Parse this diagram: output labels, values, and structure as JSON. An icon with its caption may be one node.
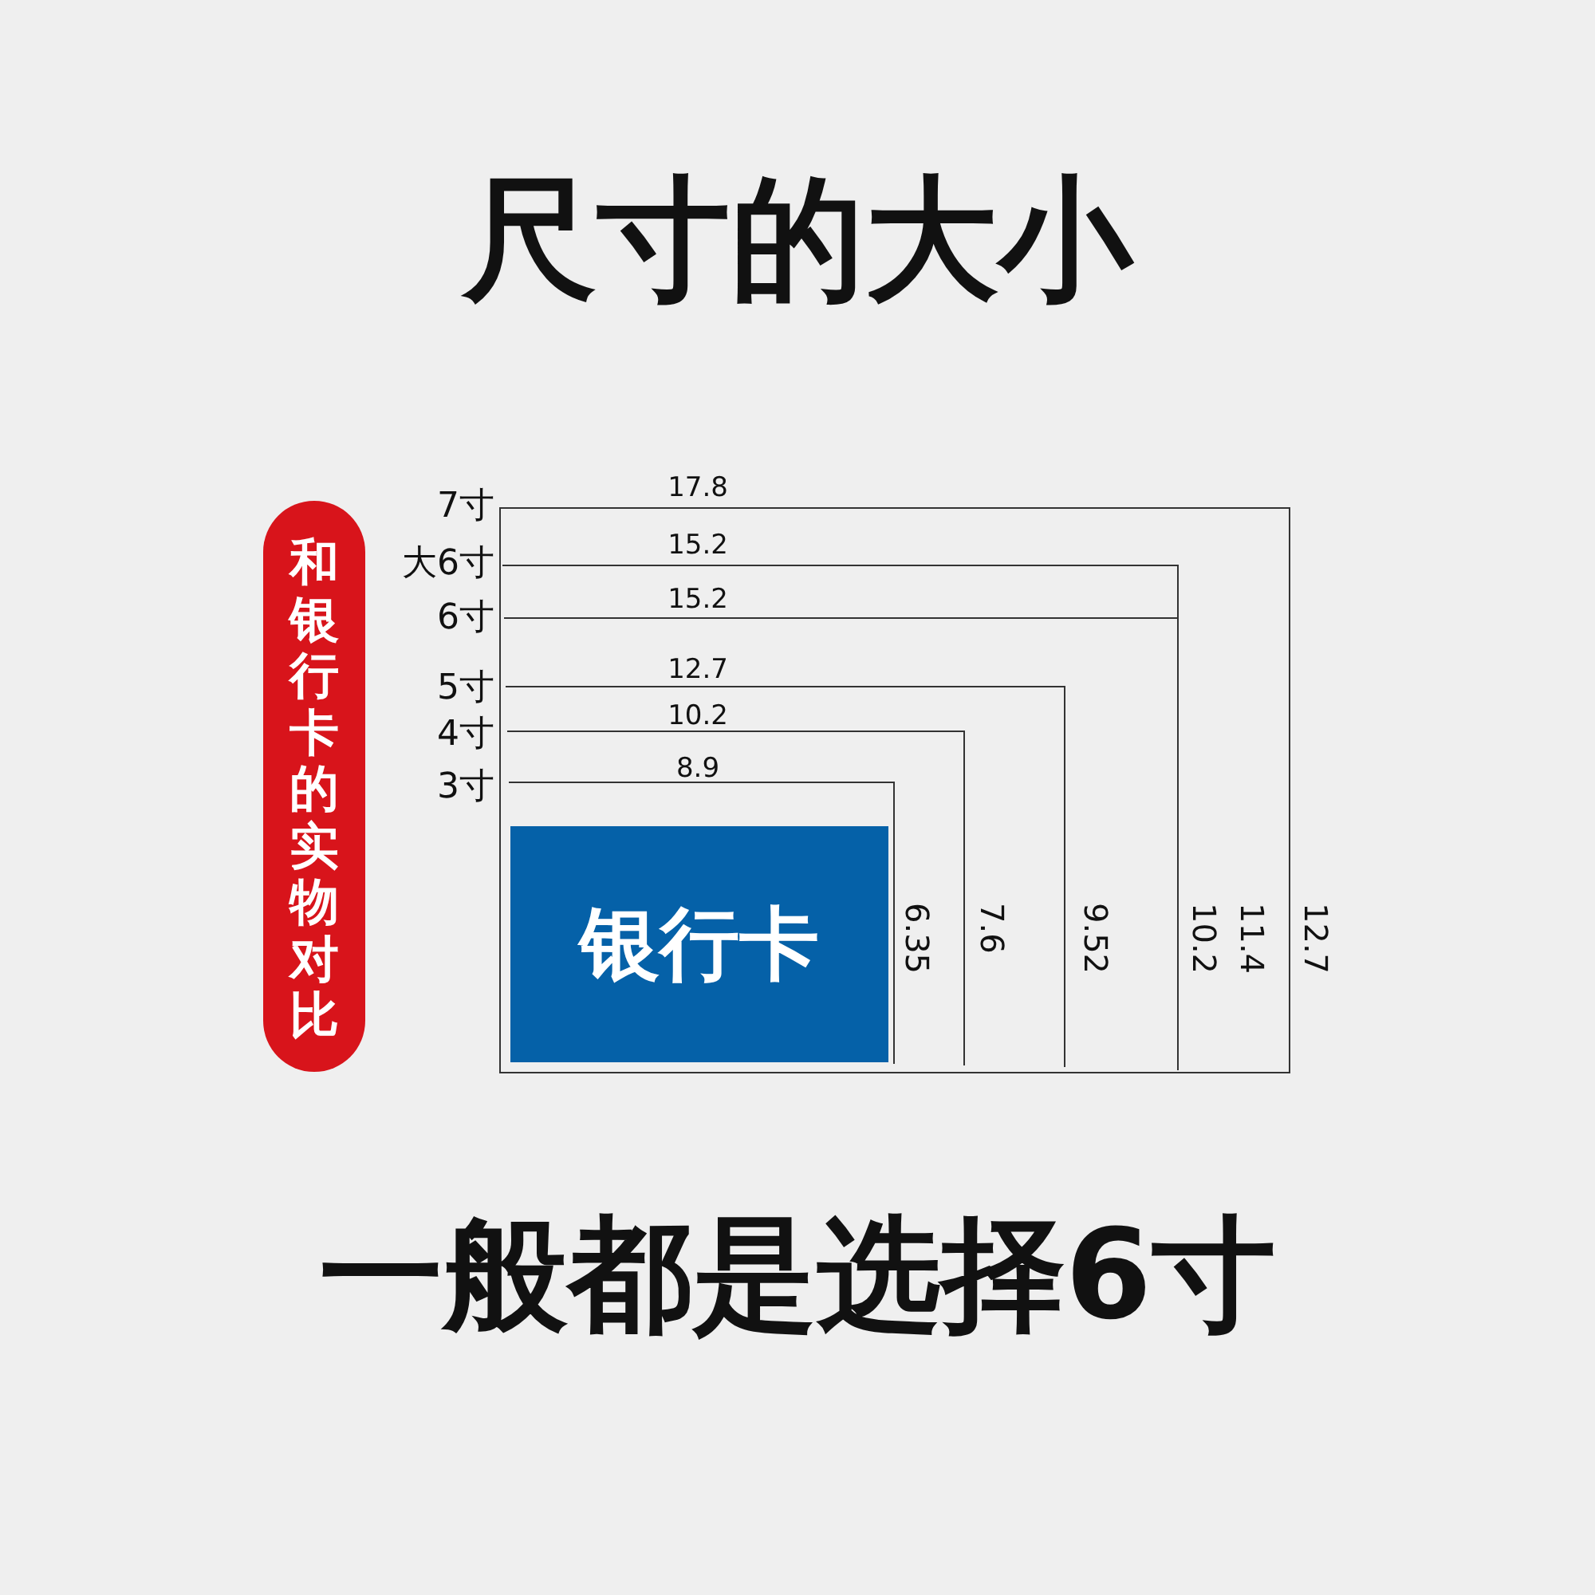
{
  "diagram": {
    "title": "尺寸的大小",
    "caption": "一般都是选择6寸",
    "nodes": [
      {
        "text": [
          "和银行卡的实物对比"
        ]
      },
      {
        "text": [
          "7寸",
          "17.8",
          "12.7"
        ]
      },
      {
        "text": [
          "大6寸",
          "15.2",
          "11.4"
        ],
        "in": 1
      },
      {
        "text": [
          "6寸",
          "15.2",
          "10.2"
        ],
        "in": 2
      },
      {
        "text": [
          "5寸",
          "12.7",
          "9.52"
        ],
        "in": 3
      },
      {
        "text": [
          "4寸",
          "10.2",
          "7.6"
        ],
        "in": 4
      },
      {
        "text": [
          "3寸",
          "8.9",
          "6.35"
        ],
        "in": 5
      },
      {
        "text": [
          "银行卡"
        ],
        "in": 6
      }
    ]
  }
}
